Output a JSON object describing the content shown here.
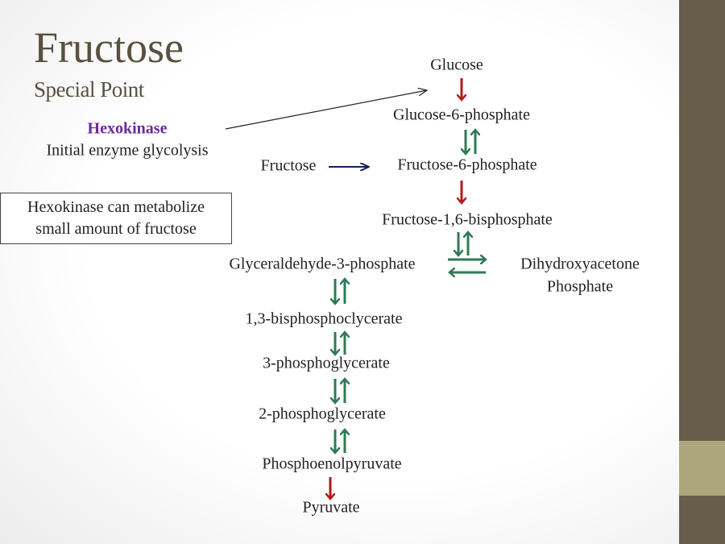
{
  "slide": {
    "title": "Fructose",
    "subtitle": "Special Point",
    "enzyme_name": "Hexokinase",
    "enzyme_description": "Initial enzyme glycolysis",
    "note_line1": "Hexokinase can metabolize",
    "note_line2": "small amount of fructose"
  },
  "pathway": {
    "glucose": "Glucose",
    "g6p": "Glucose-6-phosphate",
    "fructose": "Fructose",
    "f6p": "Fructose-6-phosphate",
    "f16bp": "Fructose-1,6-bisphosphate",
    "g3p": "Glyceraldehyde-3-phosphate",
    "dhap_line1": "Dihydroxyacetone",
    "dhap_line2": "Phosphate",
    "bpg13": "1,3-bisphosphoclycerate",
    "pg3": "3-phosphoglycerate",
    "pg2": "2-phosphoglycerate",
    "pep": "Phosphoenolpyruvate",
    "pyruvate": "Pyruvate"
  },
  "colors": {
    "irreversible_arrow": "#b01b1b",
    "reversible_arrow": "#2e7a55",
    "enzyme_text": "#6b2a9c",
    "sidebar": "#675d4a",
    "sidebar_band": "#aba67c"
  }
}
